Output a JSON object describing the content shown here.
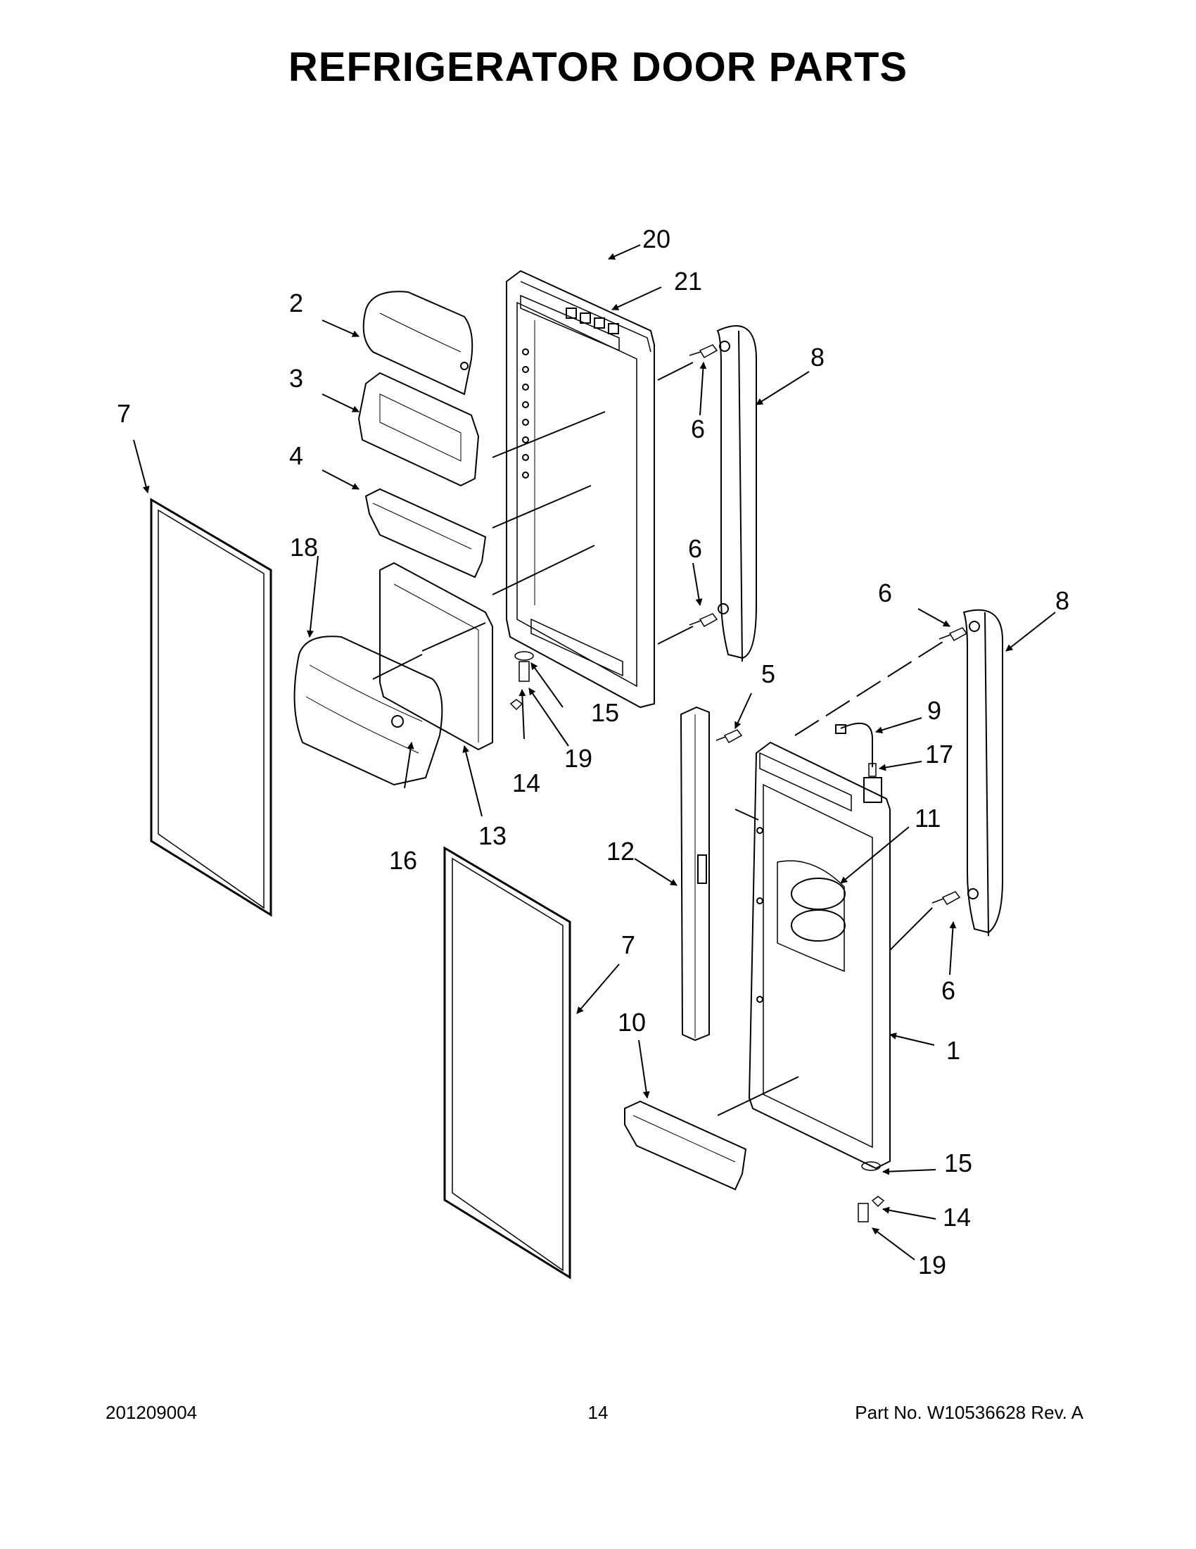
{
  "title": "REFRIGERATOR DOOR PARTS",
  "callouts": {
    "c1": "1",
    "c2": "2",
    "c3": "3",
    "c4": "4",
    "c5": "5",
    "c6a": "6",
    "c6b": "6",
    "c6c": "6",
    "c6d": "6",
    "c7a": "7",
    "c7b": "7",
    "c8a": "8",
    "c8b": "8",
    "c9": "9",
    "c10": "10",
    "c11": "11",
    "c12": "12",
    "c13": "13",
    "c14a": "14",
    "c14b": "14",
    "c15a": "15",
    "c15b": "15",
    "c16": "16",
    "c17": "17",
    "c18": "18",
    "c19a": "19",
    "c19b": "19",
    "c20": "20",
    "c21": "21"
  },
  "footer": {
    "doc_number": "201209004",
    "page_number": "14",
    "part_number": "Part No.  W10536628  Rev.  A"
  }
}
